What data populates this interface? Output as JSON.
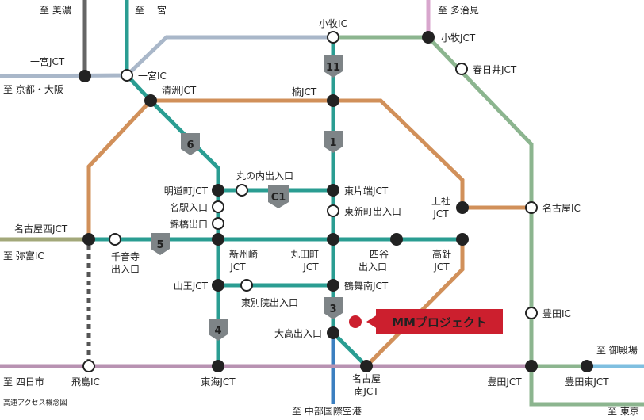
{
  "colors": {
    "teal": "#2a9d92",
    "orange": "#d1905a",
    "gray_blue": "#a9b7c9",
    "green": "#8cb58f",
    "purple": "#b892b2",
    "dark_gray": "#666666",
    "olive": "#a3a87a",
    "blue": "#3b7fc0",
    "light_blue": "#7fbfe0",
    "pink": "#d8a6cd",
    "red": "#cc1f2e",
    "shield": "#7e8487"
  },
  "directions": {
    "mino": "至 美濃",
    "ichinomiya": "至 一宮",
    "tajimi": "至 多治見",
    "kyoto_osaka": "至 京都・大阪",
    "yatomi": "至 弥富IC",
    "yokkaichi": "至 四日市",
    "gotenba": "至 御殿場",
    "centrair": "至 中部国際空港",
    "tokyo": "至 東京"
  },
  "stations": {
    "komaki_ic": "小牧IC",
    "komaki_jct": "小牧JCT",
    "kasugai_jct": "春日井JCT",
    "ichinomiya_jct": "一宮JCT",
    "ichinomiya_ic": "一宮IC",
    "kiyosu_jct": "清洲JCT",
    "kusunoki_jct": "楠JCT",
    "marunouchi": "丸の内出入口",
    "meidoucho_jct": "明道町JCT",
    "higashikataha_jct": "東片端JCT",
    "meieki": "名駅入口",
    "higashishinmachi": "東新町出入口",
    "nishiki": "錦橋出口",
    "kamiyashiro_jct_1": "上社",
    "kamiyashiro_jct_2": "JCT",
    "nagoya_ic": "名古屋IC",
    "nagoya_nishi_jct": "名古屋西JCT",
    "senonji_1": "千音寺",
    "senonji_2": "出入口",
    "shinsuzaki_1": "新州崎",
    "shinsuzaki_2": "JCT",
    "marutamachi_1": "丸田町",
    "marutamachi_2": "JCT",
    "yotsuya_1": "四谷",
    "yotsuya_2": "出入口",
    "takabari_1": "高針",
    "takabari_2": "JCT",
    "sanno_jct": "山王JCT",
    "tsurumai_minami_jct": "鶴舞南JCT",
    "higashibetsuin": "東別院出入口",
    "odaka": "大高出入口",
    "toyota_ic": "豊田IC",
    "tobishima_ic": "飛島IC",
    "tokai_jct": "東海JCT",
    "nagoya_minami_1": "名古屋",
    "nagoya_minami_2": "南JCT",
    "toyota_jct": "豊田JCT",
    "toyota_higashi_jct": "豊田東JCT"
  },
  "shields": {
    "r11": "11",
    "r1": "1",
    "r6": "6",
    "c1": "C1",
    "r5": "5",
    "r3": "3",
    "r4": "4"
  },
  "project_label": "MMプロジェクト",
  "caption": "高速アクセス概念図"
}
